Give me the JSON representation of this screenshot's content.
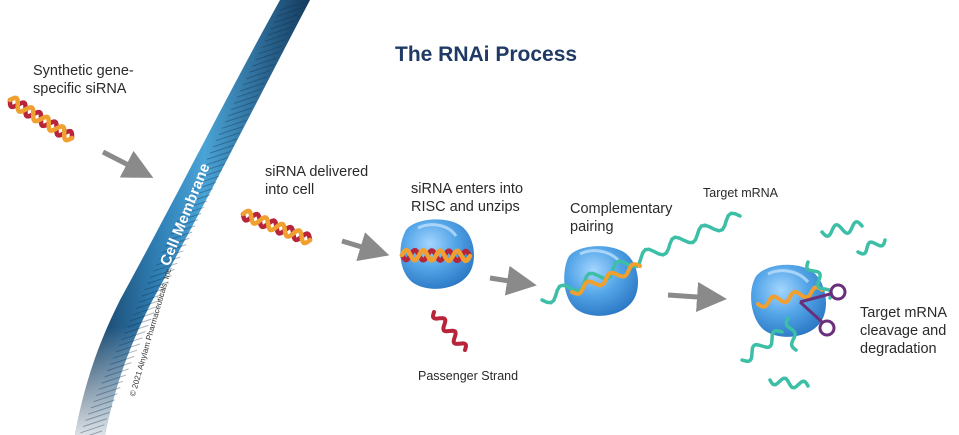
{
  "title": "The RNAi Process",
  "labels": {
    "synthetic": "Synthetic gene-\nspecific siRNA",
    "delivered": "siRNA delivered\ninto cell",
    "risc": "siRNA enters into\nRISC and unzips",
    "passenger": "Passenger Strand",
    "pairing": "Complementary\npairing",
    "target": "Target mRNA",
    "cleavage": "Target mRNA\ncleavage and\ndegradation"
  },
  "membrane_label": "Cell Membrane",
  "copyright": "© 2021 Alnylam Pharmaceuticals, Inc.",
  "colors": {
    "title": "#1f3a64",
    "membrane": "#2d6f9e",
    "sirna_red": "#b8243a",
    "sirna_orange": "#f0a030",
    "mrna_teal": "#3cbfa6",
    "risc_blue": "#4aa0e6",
    "arrow": "#8a8a8a",
    "scissors": "#6a2f7a"
  },
  "icons": [
    "arrow-right-icon",
    "scissors-icon"
  ]
}
